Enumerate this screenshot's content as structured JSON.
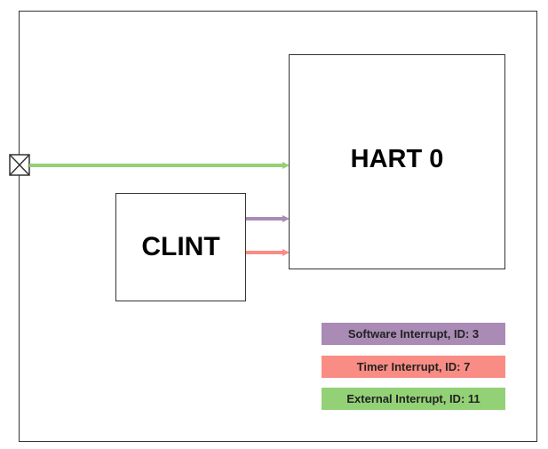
{
  "blocks": {
    "hart": {
      "label": "HART 0"
    },
    "clint": {
      "label": "CLINT"
    }
  },
  "legend": [
    {
      "label": "Software Interrupt, ID: 3",
      "color": "#a98bb5"
    },
    {
      "label": "Timer Interrupt, ID: 7",
      "color": "#f98c84"
    },
    {
      "label": "External Interrupt, ID: 11",
      "color": "#93d176"
    }
  ],
  "colors": {
    "software": "#a98bb5",
    "timer": "#f98c84",
    "external": "#93d176",
    "border": "#333333"
  },
  "icons": {
    "port": "external-port-icon"
  }
}
